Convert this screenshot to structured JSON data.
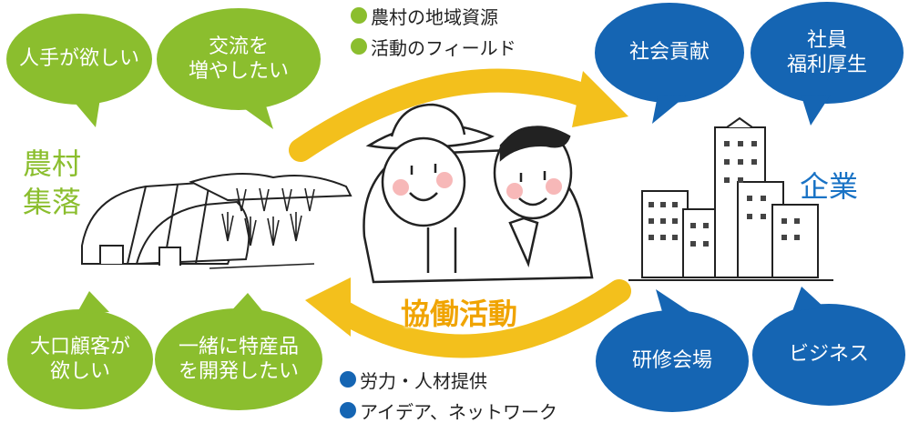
{
  "colors": {
    "green": "#8bbe2e",
    "blue": "#1565b3",
    "arrow": "#f3c01c",
    "title": "#f0a400",
    "village_text": "#8bbe2e",
    "company_text": "#1a73c5"
  },
  "village": {
    "label": "農村\n集落"
  },
  "company": {
    "label": "企業"
  },
  "center": {
    "title": "協働活動"
  },
  "village_bubbles": [
    {
      "text": "人手が欲しい"
    },
    {
      "text": "交流を\n増やしたい"
    },
    {
      "text": "大口顧客が\n欲しい"
    },
    {
      "text": "一緒に特産品\nを開発したい"
    }
  ],
  "company_bubbles": [
    {
      "text": "社会貢献"
    },
    {
      "text": "社員\n福利厚生"
    },
    {
      "text": "研修会場"
    },
    {
      "text": "ビジネス"
    }
  ],
  "village_offers": [
    {
      "text": "農村の地域資源"
    },
    {
      "text": "活動のフィールド"
    }
  ],
  "company_offers": [
    {
      "text": "労力・人材提供"
    },
    {
      "text": "アイデア、ネットワーク"
    }
  ],
  "icons": [
    "greenhouse-illustration",
    "rice-field-illustration",
    "farmer-businessman-illustration",
    "city-buildings-illustration"
  ]
}
